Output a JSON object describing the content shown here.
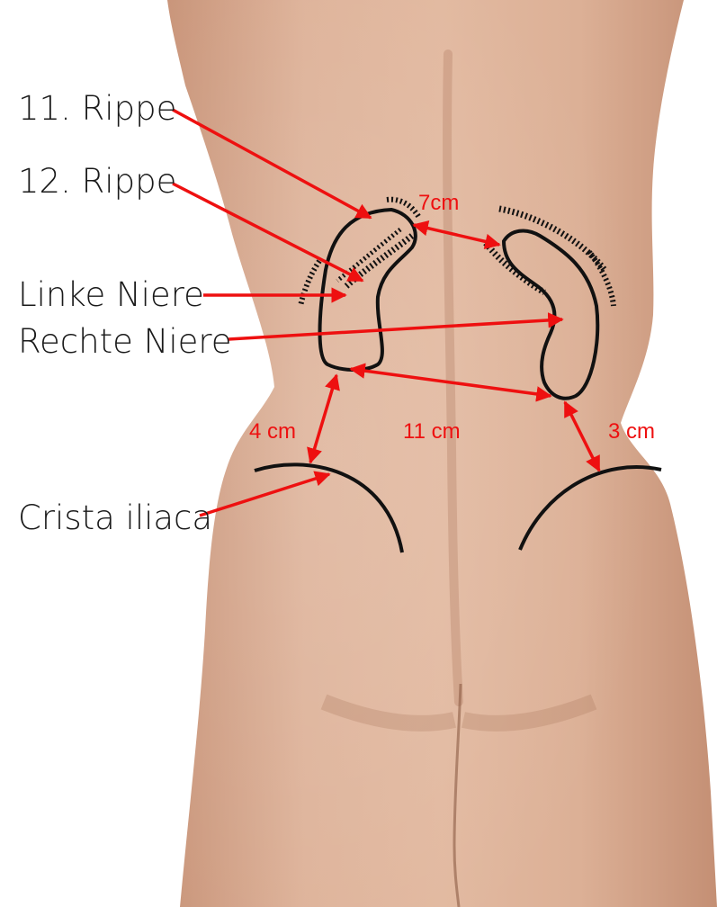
{
  "labels": {
    "rib11": "11. Rippe",
    "rib12": "12. Rippe",
    "left_kidney": "Linke Niere",
    "right_kidney": "Rechte Niere",
    "iliac_crest": "Crista iliaca"
  },
  "measurements": {
    "upper_pole_distance": "7cm",
    "lower_pole_distance": "11 cm",
    "left_crest_distance": "4 cm",
    "right_crest_distance": "3 cm"
  },
  "colors": {
    "annotation": "#ee1010",
    "outline": "#111111",
    "skin": "#d7a98e",
    "background": "#ffffff"
  }
}
